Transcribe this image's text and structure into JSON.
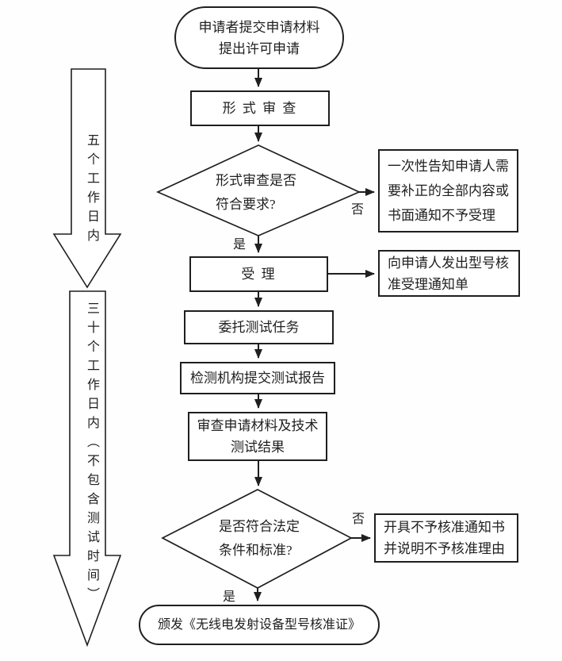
{
  "diagram": {
    "title": "radio-equipment-type-approval-flowchart",
    "colors": {
      "stroke": "#1f1f1f",
      "background": "#ffffff"
    },
    "nodes": {
      "start": {
        "line1": "申请者提交申请材料",
        "line2": "提出许可申请"
      },
      "formal_review": {
        "label": "形 式 审 查"
      },
      "decision_formal": {
        "line1": "形式审查是否",
        "line2": "符合要求?"
      },
      "notify_supplement": {
        "line1": "一次性告知申请人需",
        "line2": "要补正的全部内容或",
        "line3": "书面通知不予受理"
      },
      "accept": {
        "label": "受  理"
      },
      "accept_notice": {
        "line1": "向申请人发出型号核",
        "line2": "准受理通知单"
      },
      "entrust_test": {
        "label": "委托测试任务"
      },
      "test_report": {
        "label": "检测机构提交测试报告"
      },
      "review_result": {
        "line1": "审查申请材料及技术",
        "line2": "测试结果"
      },
      "decision_legal": {
        "line1": "是否符合法定",
        "line2": "条件和标准?"
      },
      "reject_notice": {
        "line1": "开具不予核准通知书",
        "line2": "并说明不予核准理由"
      },
      "issue_cert": {
        "label": "颁发《无线电发射设备型号核准证》"
      }
    },
    "labels": {
      "decision_formal_no": "否",
      "decision_formal_yes": "是",
      "decision_legal_no": "否",
      "decision_legal_yes": "是"
    },
    "timeline": {
      "five_days": "五个工作日内",
      "thirty_days": "三十个工作日内（不包含测试时间）"
    }
  }
}
